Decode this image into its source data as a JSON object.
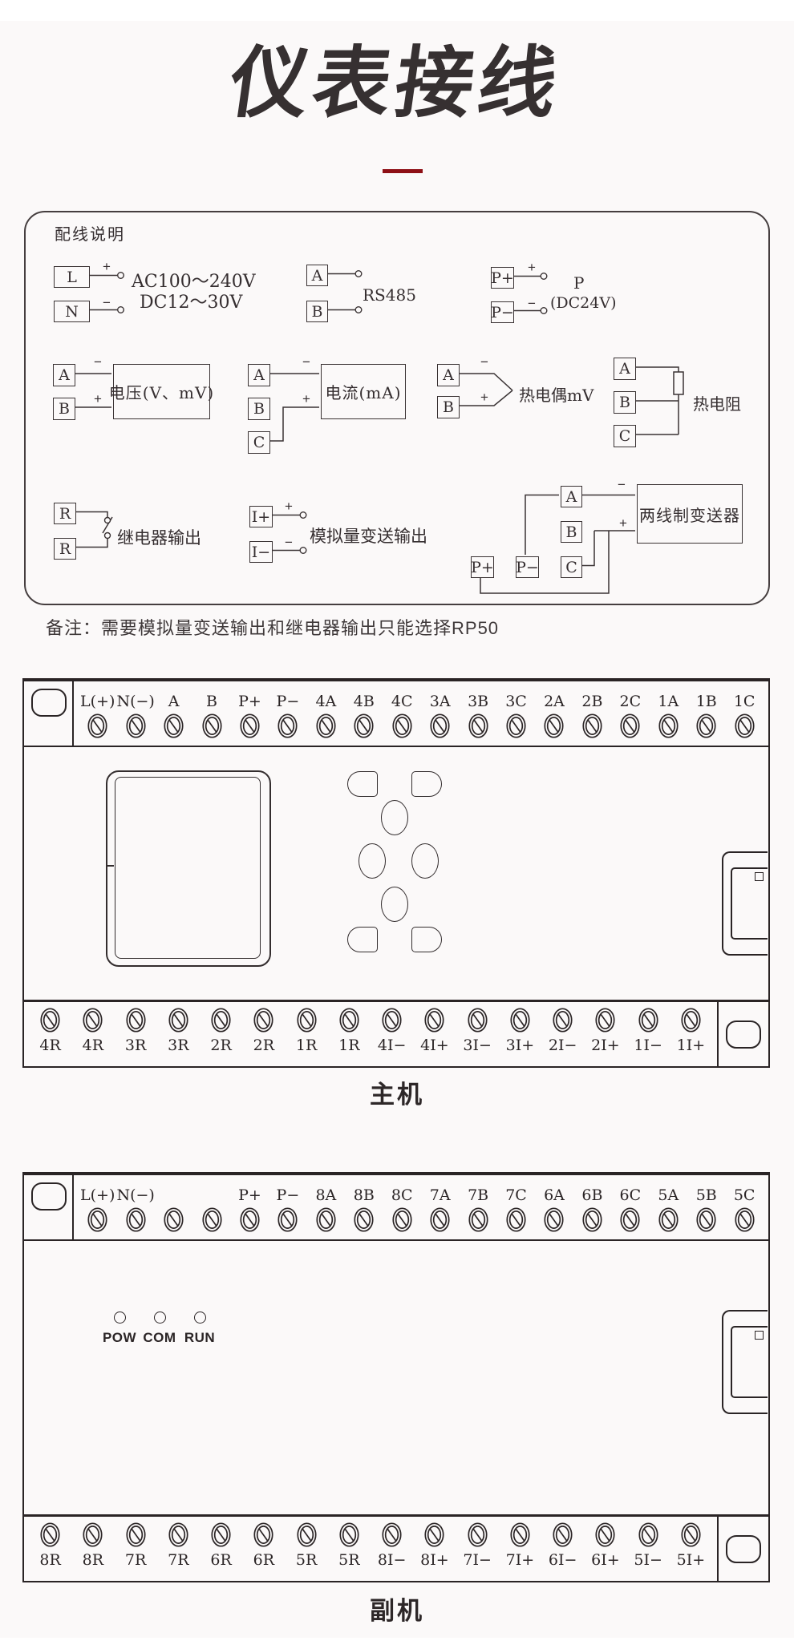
{
  "page": {
    "title": "仪表接线"
  },
  "colors": {
    "accent_red": "#8e1016",
    "line": "#3a3334",
    "board_line": "#2a2425",
    "background": "#fbf9f9"
  },
  "panel": {
    "heading": "配线说明",
    "note": "备注：需要模拟量变送输出和继电器输出只能选择RP50",
    "signs": {
      "plus": "+",
      "minus": "−"
    },
    "groups": {
      "power": {
        "terminals": [
          "L",
          "N"
        ],
        "line1": "AC100～240V",
        "line2": "DC12～30V"
      },
      "rs485": {
        "terminals": [
          "A",
          "B"
        ],
        "label": "RS485"
      },
      "p24": {
        "terminals": [
          "P+",
          "P−"
        ],
        "line1": "P",
        "line2": "(DC24V)"
      },
      "voltage": {
        "terminals": [
          "A",
          "B"
        ],
        "label": "电压(V、mV)"
      },
      "current": {
        "terminals": [
          "A",
          "B",
          "C"
        ],
        "label": "电流(mA)"
      },
      "thermocouple": {
        "terminals": [
          "A",
          "B"
        ],
        "label": "热电偶mV"
      },
      "rtd": {
        "terminals": [
          "A",
          "B",
          "C"
        ],
        "label": "热电阻"
      },
      "relay": {
        "terminals": [
          "R",
          "R"
        ],
        "label": "继电器输出"
      },
      "analog": {
        "terminals": [
          "I+",
          "I−"
        ],
        "label": "模拟量变送输出"
      },
      "transmitter": {
        "terminals": [
          "A",
          "B",
          "C"
        ],
        "power_terminals": [
          "P+",
          "P−"
        ],
        "label": "两线制变送器"
      }
    }
  },
  "main_board": {
    "caption": "主机",
    "top_terminals": [
      "L(+)",
      "N(−)",
      "A",
      "B",
      "P+",
      "P−",
      "4A",
      "4B",
      "4C",
      "3A",
      "3B",
      "3C",
      "2A",
      "2B",
      "2C",
      "1A",
      "1B",
      "1C"
    ],
    "bottom_terminals": [
      "4R",
      "4R",
      "3R",
      "3R",
      "2R",
      "2R",
      "1R",
      "1R",
      "4I−",
      "4I+",
      "3I−",
      "3I+",
      "2I−",
      "2I+",
      "1I−",
      "1I+"
    ]
  },
  "sub_board": {
    "caption": "副机",
    "top_terminals": [
      "L(+)",
      "N(−)",
      "",
      "",
      "P+",
      "P−",
      "8A",
      "8B",
      "8C",
      "7A",
      "7B",
      "7C",
      "6A",
      "6B",
      "6C",
      "5A",
      "5B",
      "5C"
    ],
    "bottom_terminals": [
      "8R",
      "8R",
      "7R",
      "7R",
      "6R",
      "6R",
      "5R",
      "5R",
      "8I−",
      "8I+",
      "7I−",
      "7I+",
      "6I−",
      "6I+",
      "5I−",
      "5I+"
    ],
    "leds": [
      "POW",
      "COM",
      "RUN"
    ]
  }
}
